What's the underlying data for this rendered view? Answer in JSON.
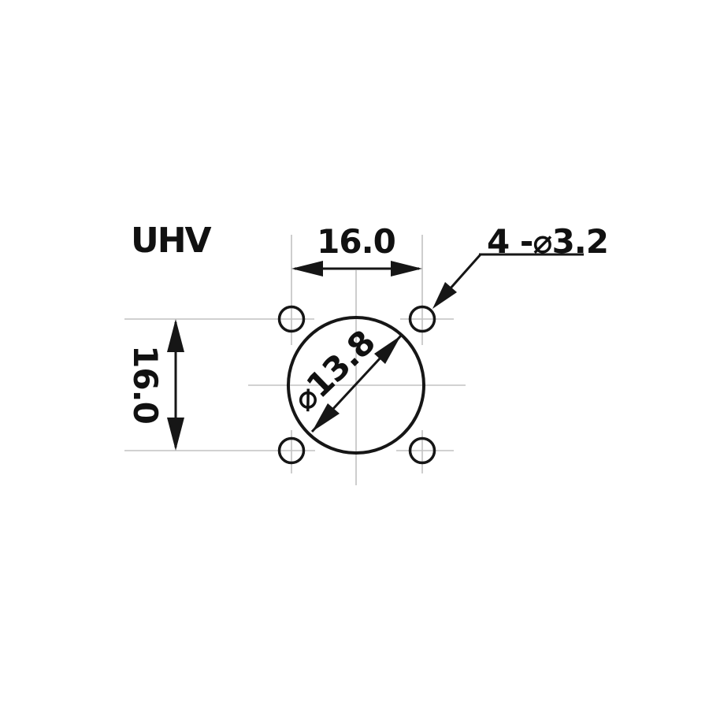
{
  "drawing": {
    "title": "UHV",
    "labels": {
      "top_spacing": "16.0",
      "left_spacing": "16.0",
      "hole_callout": "4 -⌀3.2",
      "center_diameter": "⌀13.8"
    },
    "geometry_notes": {
      "hole_count_shown": 4,
      "pattern": "square"
    },
    "colors": {
      "line": "#161616",
      "centerline": "#c2c2c2",
      "text": "#111111",
      "background": "#ffffff"
    }
  }
}
